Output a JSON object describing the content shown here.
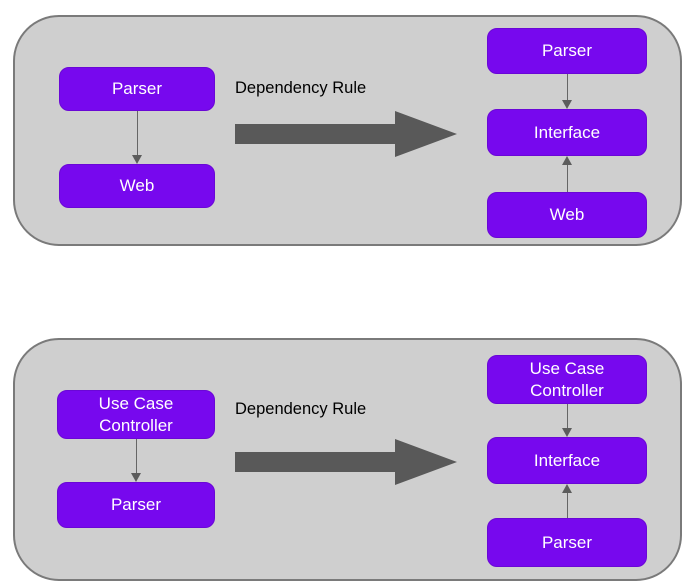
{
  "colors": {
    "node_fill": "#7708ee",
    "node_text": "#ffffff",
    "panel_bg": "#cfcfcf",
    "panel_border": "#7a7a7a",
    "big_arrow": "#595959",
    "connector": "#666666",
    "label_text": "#000000",
    "page_bg": "#ffffff"
  },
  "panels": [
    {
      "label": "Dependency Rule",
      "left": {
        "top": "Parser",
        "bottom": "Web"
      },
      "right": {
        "top": "Parser",
        "middle": "Interface",
        "bottom": "Web"
      }
    },
    {
      "label": "Dependency Rule",
      "left": {
        "top": "Use Case Controller",
        "bottom": "Parser"
      },
      "right": {
        "top": "Use Case Controller",
        "middle": "Interface",
        "bottom": "Parser"
      }
    }
  ]
}
